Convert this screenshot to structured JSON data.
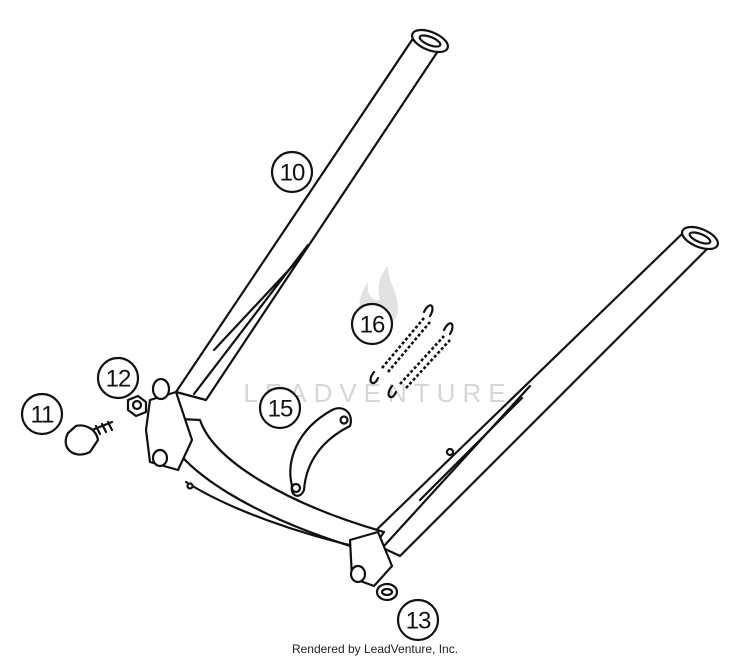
{
  "diagram": {
    "callouts": [
      {
        "id": "10",
        "label": "10"
      },
      {
        "id": "11",
        "label": "11"
      },
      {
        "id": "12",
        "label": "12"
      },
      {
        "id": "13",
        "label": "13"
      },
      {
        "id": "15",
        "label": "15"
      },
      {
        "id": "16",
        "label": "16"
      }
    ],
    "watermark": "LEADVENTURE",
    "credit": "Rendered by LeadVenture, Inc."
  },
  "colors": {
    "line": "#111111",
    "watermark": "#d6d6d6",
    "background": "#ffffff"
  }
}
